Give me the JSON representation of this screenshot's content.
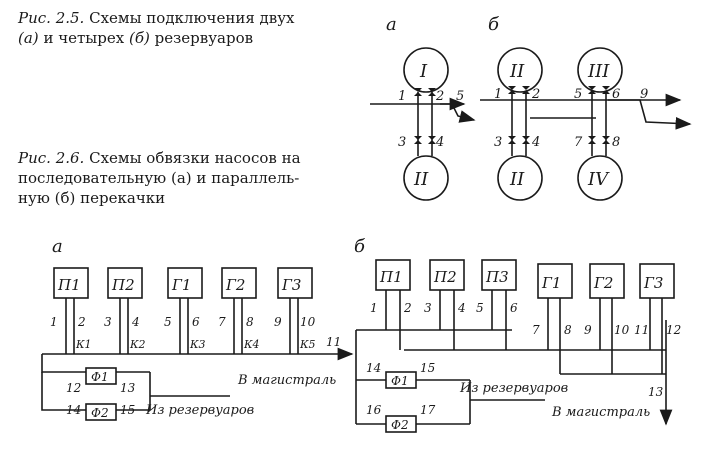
{
  "captions": {
    "fig25": {
      "label": "Рис. 2.5.",
      "line1": "Схемы подключения двух",
      "line2a": "(а)",
      "line2b": "и четырех",
      "line2c": "(б)",
      "line2d": "резервуаров"
    },
    "fig26": {
      "label": "Рис. 2.6.",
      "line1": "Схемы обвязки насосов на",
      "line2": "последовательную (а) и параллель-",
      "line3": "ную (б) перекачки"
    }
  },
  "fig25": {
    "label_a": "а",
    "label_b": "б",
    "tanks": [
      "I",
      "II",
      "II",
      "III",
      "II",
      "IV"
    ],
    "valves": [
      "1",
      "2",
      "5",
      "3",
      "4",
      "1",
      "2",
      "5",
      "6",
      "9",
      "3",
      "4",
      "7",
      "8"
    ]
  },
  "fig26": {
    "label_a": "а",
    "label_b": "б",
    "a": {
      "pumps_p": [
        "П1",
        "П2"
      ],
      "pumps_g": [
        "Г1",
        "Г2",
        "Г3"
      ],
      "valve_nums": [
        "1",
        "2",
        "3",
        "4",
        "5",
        "6",
        "7",
        "8",
        "9",
        "10",
        "11",
        "12",
        "13",
        "14",
        "15"
      ],
      "check_valves": [
        "К1",
        "К2",
        "К3",
        "К4",
        "К5"
      ],
      "filters": [
        "Ф1",
        "Ф2"
      ],
      "to_main": "В магистраль",
      "from_tanks": "Из резервуаров"
    },
    "b": {
      "pumps_p": [
        "П1",
        "П2",
        "П3"
      ],
      "pumps_g": [
        "Г1",
        "Г2",
        "Г3"
      ],
      "valve_nums": [
        "1",
        "2",
        "3",
        "4",
        "5",
        "6",
        "7",
        "8",
        "9",
        "10",
        "11",
        "12",
        "13",
        "14",
        "15",
        "16",
        "17"
      ],
      "filters": [
        "Ф1",
        "Ф2"
      ],
      "to_main": "В магистраль",
      "from_tanks": "Из резервуаров"
    }
  }
}
